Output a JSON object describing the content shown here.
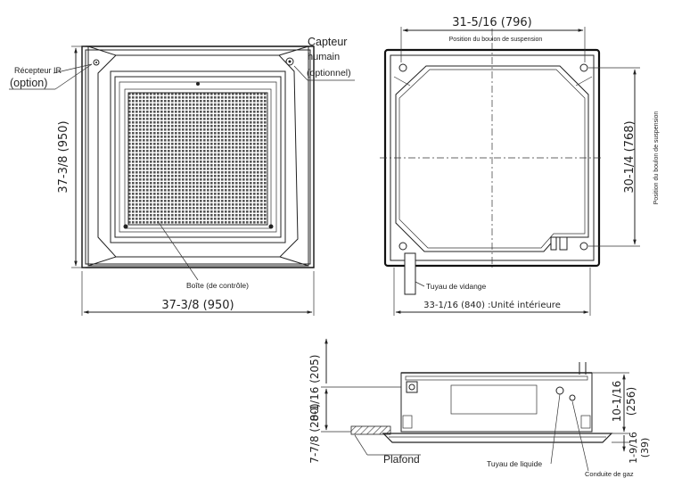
{
  "labels": {
    "capteur": "Capteur",
    "humain": "humain",
    "optionnel": "(optionnel)",
    "recepteur": "Récepteur IR",
    "option": "(option)",
    "boite": "Boîte (de contrôle)",
    "tuyau_vidange": "Tuyau de vidange",
    "unite_interieure": "33-1/16 (840) :Unité intérieure",
    "position_boulon_h": "Position du boulon de suspension",
    "position_boulon_v": "Position du boulon de suspension",
    "plafond": "Plafond",
    "tuyau_liquide": "Tuyau de liquide",
    "conduite_gaz": "Conduite de gaz"
  },
  "dimensions": {
    "front_width": "37-3/8 (950)",
    "front_height": "37-3/8 (950)",
    "bolt_width": "31-5/16 (796)",
    "bolt_height": "30-1/4 (768)",
    "side_top": "8-1/16 (205)",
    "side_bottom": "7-7/8 (200)",
    "side_total": "10-1/16",
    "side_total_mm": "(256)",
    "panel_h": "1-9/16",
    "panel_h_mm": "(39)"
  }
}
